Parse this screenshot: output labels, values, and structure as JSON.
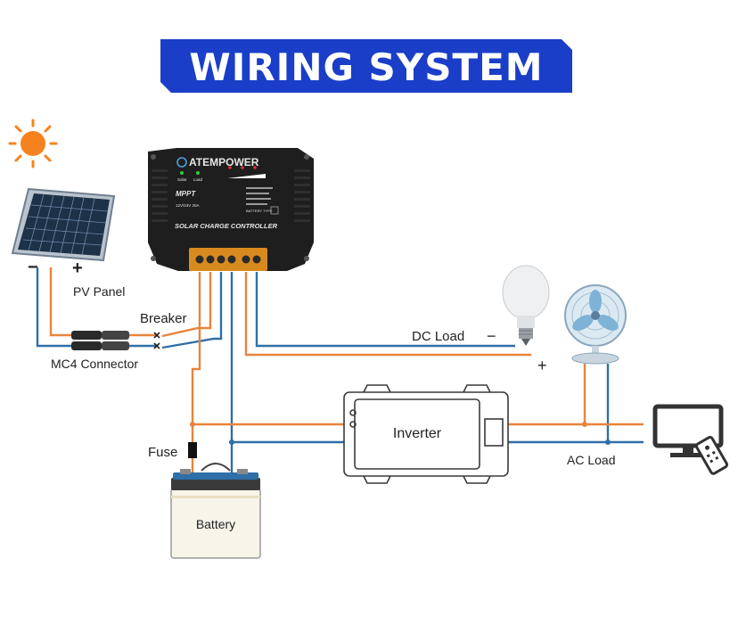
{
  "title": "WIRING SYSTEM",
  "colors": {
    "title_bg": "#1a3ec8",
    "wire_positive": "#e8843a",
    "wire_negative": "#2f6fa7",
    "controller_body": "#1e1e1e",
    "terminal": "#d98a1f"
  },
  "labels": {
    "pv_panel": "PV Panel",
    "minus": "−",
    "plus": "+",
    "breaker": "Breaker",
    "mc4": "MC4 Connector",
    "dc_load": "DC Load",
    "fuse": "Fuse",
    "battery": "Battery",
    "inverter": "Inverter",
    "ac_load": "AC Load"
  },
  "controller": {
    "brand": "ATEMPOWER",
    "mppt": "MPPT",
    "name": "SOLAR CHARGE CONTROLLER",
    "status_solar": "Solar",
    "status_load": "Load",
    "battery_type": "BATTERY TYPE",
    "rating": "12V/24V 20A"
  },
  "icons": {
    "sun": "sun-icon",
    "bulb": "light-bulb-icon",
    "fan": "fan-icon",
    "tv": "tv-icon",
    "remote": "remote-icon"
  }
}
